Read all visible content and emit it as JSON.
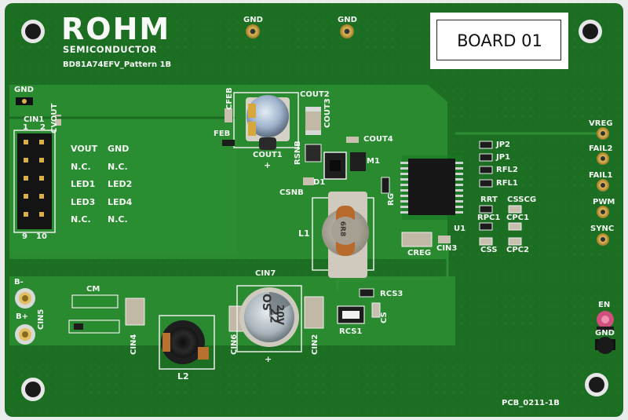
{
  "board": {
    "brand": "ROHM",
    "brand_sub": "SEMICONDUCTOR",
    "model": "BD81A74EFV_Pattern 1B",
    "label_card": "BOARD 01",
    "pcb_id": "PCB_0211-1B"
  },
  "header_labels": {
    "gnd_a": "GND",
    "gnd_b": "GND",
    "gnd_left": "GND",
    "cin1_hdr": "CIN1",
    "pin1": "1",
    "pin2": "2",
    "pin9": "9",
    "pin10": "10",
    "cvout": "CVOUT"
  },
  "pin_table": {
    "row1": [
      "VOUT",
      "GND"
    ],
    "row2": [
      "N.C.",
      "N.C."
    ],
    "row3": [
      "LED1",
      "LED2"
    ],
    "row4": [
      "LED3",
      "LED4"
    ],
    "row5": [
      "N.C.",
      "N.C."
    ]
  },
  "components": {
    "cfeb": "CFEB",
    "feb": "FEB",
    "cout1": "COUT1",
    "cout2": "COUT2",
    "cout3": "COUT3",
    "cout4": "COUT4",
    "rsnb": "RSNB",
    "csnb": "CSNB",
    "d1": "D1",
    "m1": "M1",
    "l1": "L1",
    "rg": "RG",
    "creg": "CREG",
    "cin3": "CIN3",
    "u1": "U1",
    "jp2": "JP2",
    "jp1": "JP1",
    "rfl2": "RFL2",
    "rfl1": "RFL1",
    "rrt": "RRT",
    "csscg": "CSSCG",
    "rpc1": "RPC1",
    "cpc1": "CPC1",
    "css": "CSS",
    "cpc2": "CPC2",
    "cin7": "CIN7",
    "cin6": "CIN6",
    "cin2": "CIN2",
    "cin4": "CIN4",
    "cin5": "CIN5",
    "cm": "CM",
    "l2": "L2",
    "rcs1": "RCS1",
    "rcs3": "RCS3",
    "cs": "CS",
    "plus_cout": "+",
    "plus_cin": "+"
  },
  "pads": {
    "vreg": "VREG",
    "fail2": "FAIL2",
    "fail1": "FAIL1",
    "pwm": "PWM",
    "sync": "SYNC",
    "en": "EN",
    "gnd_en": "GND",
    "bminus": "B-",
    "bplus": "B+"
  },
  "parts_print": {
    "l1_code": "6R8",
    "cin7_cap": "22",
    "cin7_volt": "20V",
    "cin7_brand": "OS"
  },
  "colors": {
    "pcb": "#1b6e22",
    "pcb_dark": "#0f4f16",
    "pour": "#2a8a30",
    "silk": "#f4f6f4",
    "gold": "#c9a043",
    "ceramic": "#c8bfae"
  }
}
